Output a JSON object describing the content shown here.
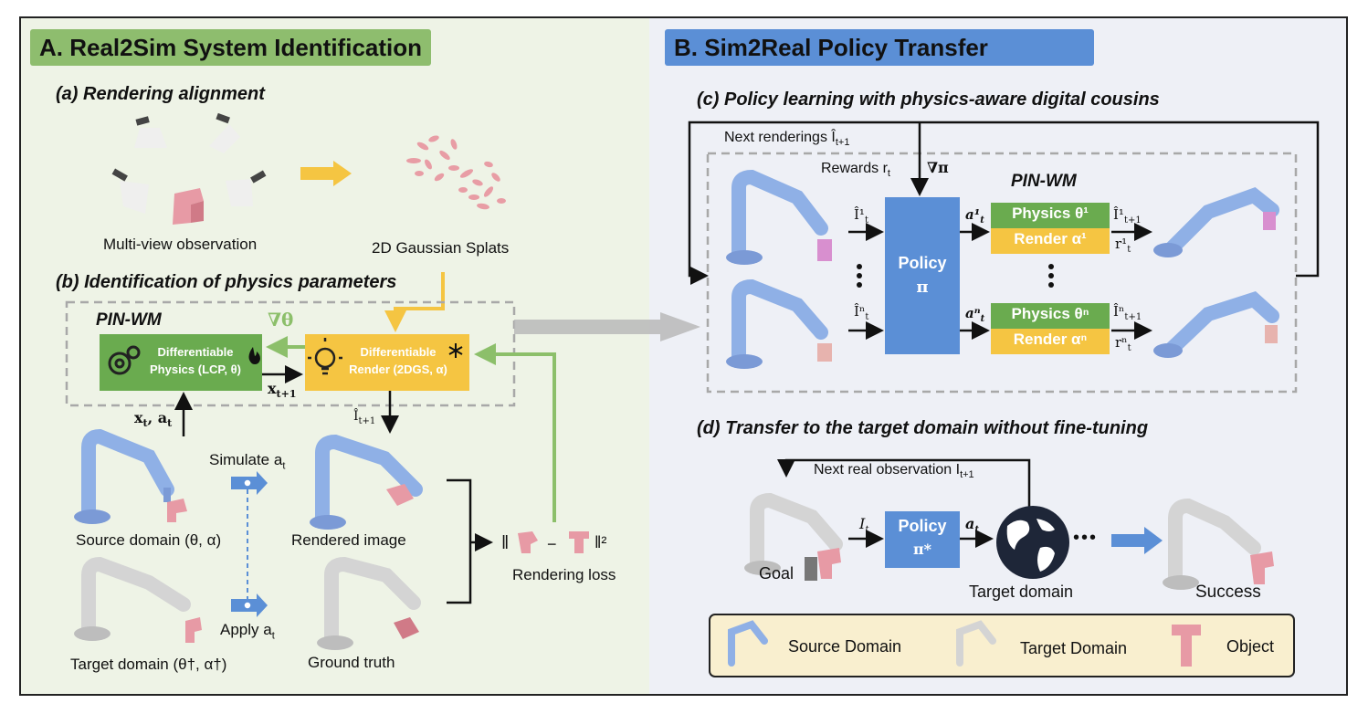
{
  "panel_a": {
    "title": "A. Real2Sim System Identification",
    "sub_a": "(a) Rendering alignment",
    "multi_view": "Multi-view observation",
    "gaussian": "2D Gaussian Splats",
    "sub_b": "(b) Identification of physics parameters",
    "pinwm": "PIN-WM",
    "grad_theta": "∇θ",
    "diff_physics": "Differentiable\nPhysics (LCP, θ)",
    "diff_render": "Differentiable\nRender (2DGS, α)",
    "x_next": "x",
    "x_next_sub": "t+1",
    "x_in": "x",
    "x_in_rest": ", a",
    "i_hat": "Î",
    "i_hat_sub": "t+1",
    "simulate": "Simulate a",
    "apply": "Apply a",
    "source_domain": "Source domain (θ, α)",
    "target_domain": "Target domain (θ†, α†)",
    "rendered_image": "Rendered image",
    "ground_truth": "Ground truth",
    "rendering_loss": "Rendering loss",
    "loss_left": "‖",
    "loss_minus": "−",
    "loss_right": "‖²"
  },
  "panel_b": {
    "title": "B. Sim2Real Policy Transfer",
    "sub_c": "(c) Policy learning with physics-aware digital cousins",
    "next_renderings": "Next renderings Î",
    "next_renderings_sub": "t+1",
    "rewards": "Rewards r",
    "grad_pi": "∇π",
    "pinwm": "PIN-WM",
    "policy": "Policy",
    "policy_sym": "π",
    "physics_1": "Physics θ¹",
    "render_1": "Render α¹",
    "physics_n": "Physics θⁿ",
    "render_n": "Render αⁿ",
    "i1": "Î¹",
    "in": "Îⁿ",
    "a1": "a¹",
    "an": "aⁿ",
    "i_next_1": "Î¹",
    "i_next_n": "Îⁿ",
    "r1": "r¹",
    "rn": "rⁿ",
    "t_sub": "t",
    "t1_sub": "t+1",
    "sub_d": "(d) Transfer to the target domain without fine-tuning",
    "next_real": "Next real observation I",
    "next_real_sub": "t+1",
    "policy_star": "Policy",
    "policy_star_sym": "π*",
    "it": "I",
    "at": "a",
    "goal": "Goal",
    "target_domain": "Target domain",
    "success": "Success",
    "dots": "•••"
  },
  "legend": {
    "source": "Source Domain",
    "target": "Target Domain",
    "object": "Object"
  },
  "colors": {
    "green_title": "#8ebd6e",
    "blue_title": "#5b8fd6",
    "physics_green": "#6aab4f",
    "render_yellow": "#f5c542",
    "policy_blue": "#5b8fd6",
    "legend_bg": "#f9efcf",
    "robot_blue": "#8fb0e6",
    "robot_gray": "#d4d4d4",
    "object_pink": "#e79aa5",
    "arrow_yellow": "#f5c542",
    "arrow_green": "#8cbf6a",
    "arrow_gray": "#b8b8b8"
  }
}
